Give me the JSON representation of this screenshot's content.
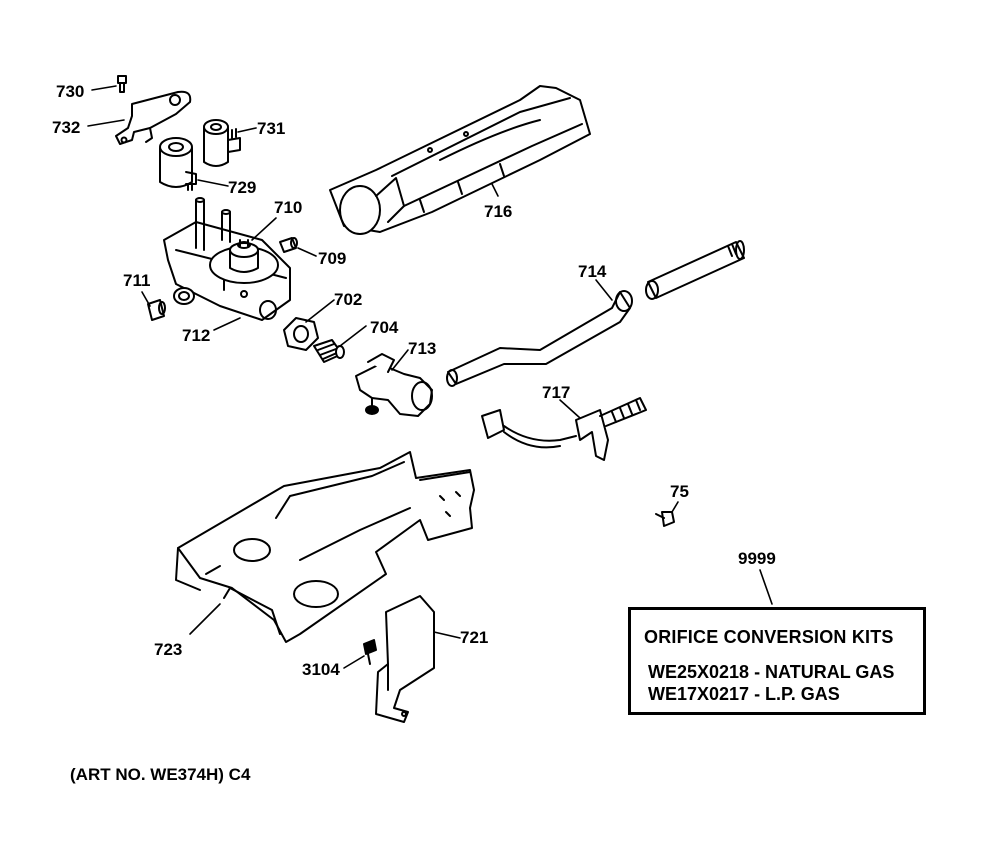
{
  "callouts": {
    "p730": "730",
    "p732": "732",
    "p731": "731",
    "p729": "729",
    "p710": "710",
    "p709": "709",
    "p711": "711",
    "p712": "712",
    "p702": "702",
    "p704": "704",
    "p713": "713",
    "p716": "716",
    "p714": "714",
    "p717": "717",
    "p75": "75",
    "p9999": "9999",
    "p723": "723",
    "p721": "721",
    "p3104": "3104"
  },
  "kit": {
    "title": "ORIFICE CONVERSION KITS",
    "line1": "WE25X0218 - NATURAL GAS",
    "line2": "WE17X0217 - L.P. GAS"
  },
  "footer": {
    "art_no": "(ART NO. WE374H) C4"
  }
}
